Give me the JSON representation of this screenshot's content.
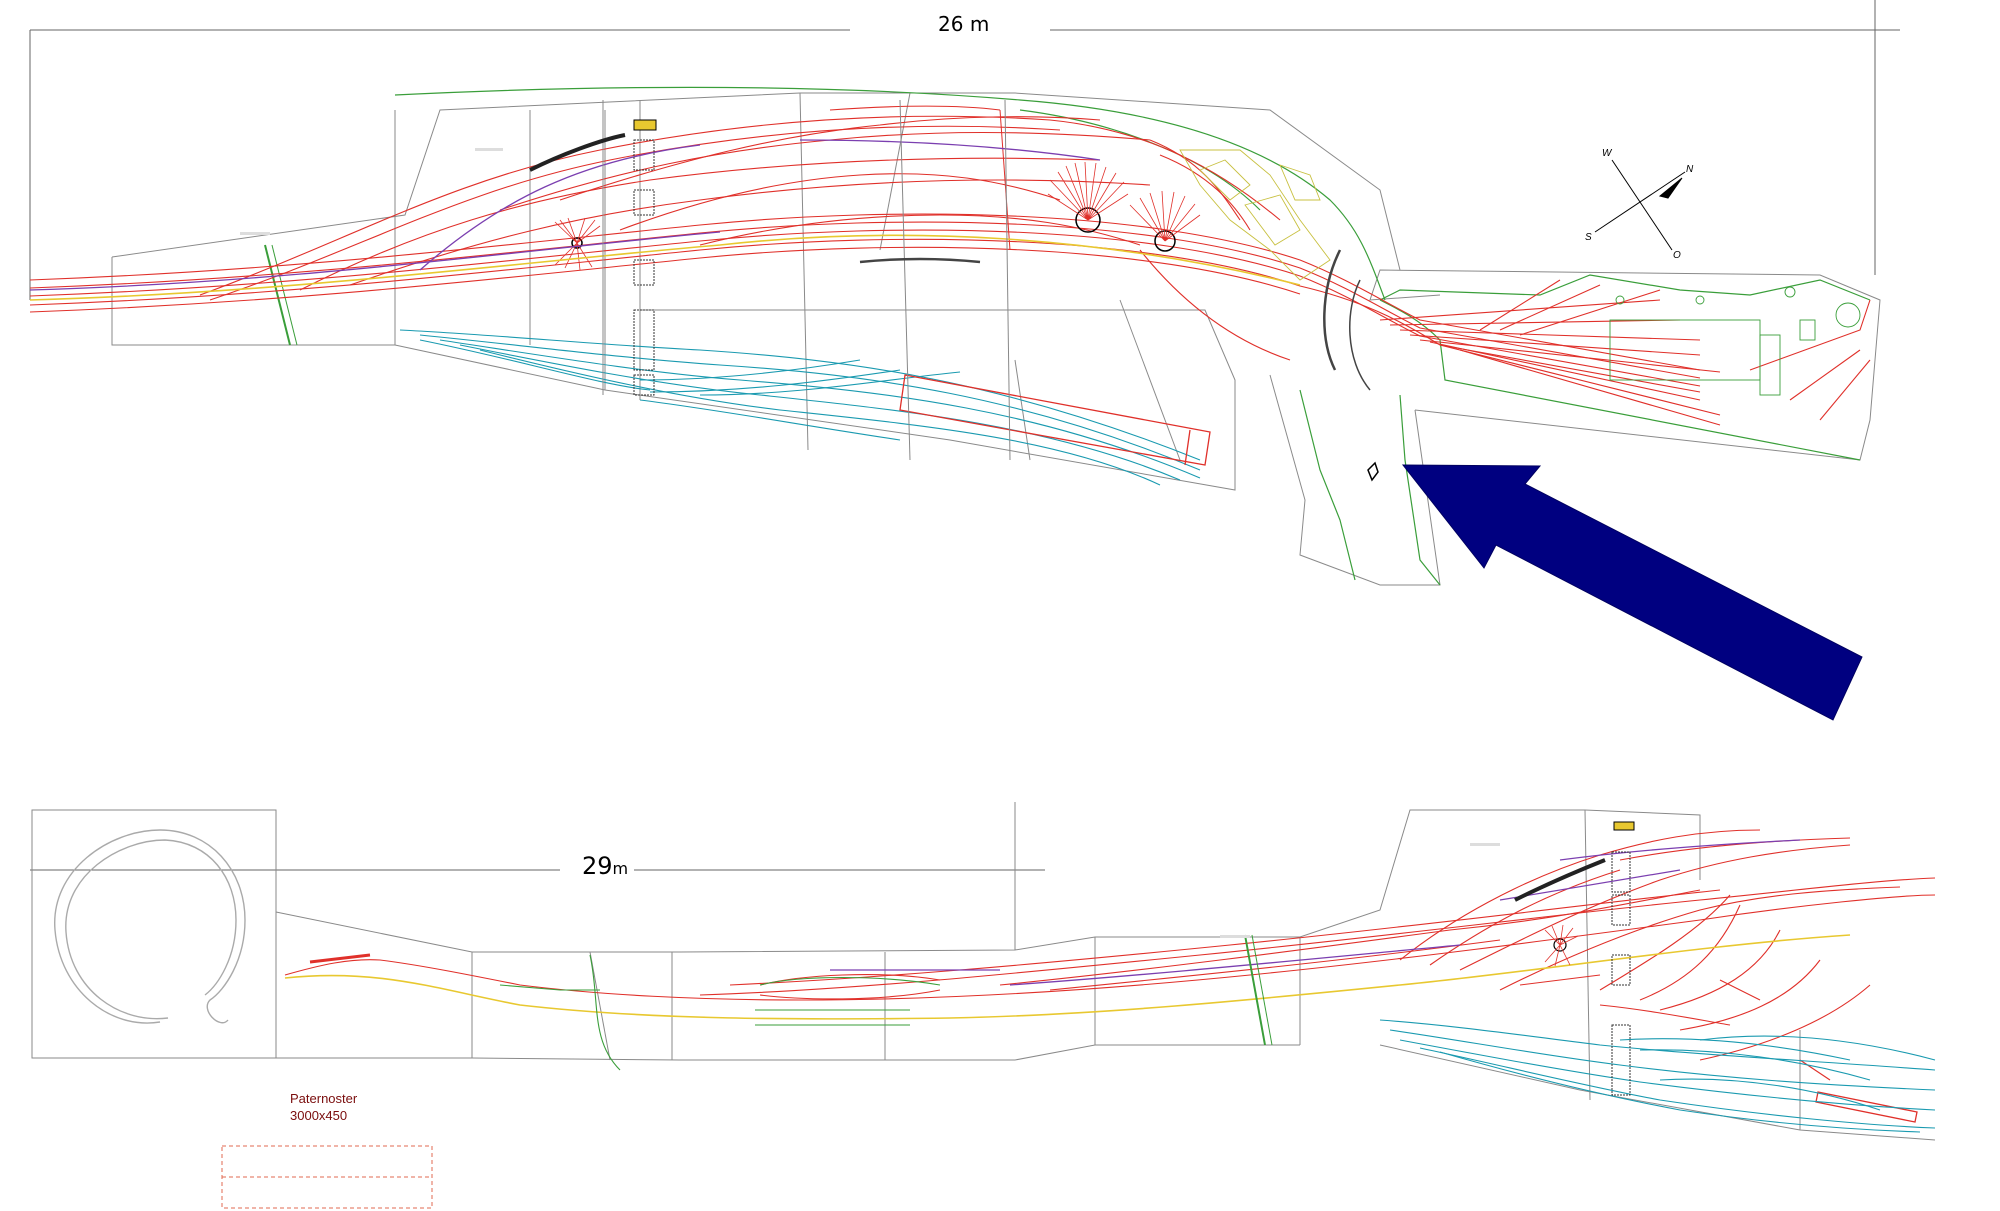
{
  "dimensions": {
    "top_length": "26",
    "top_unit": "m",
    "bottom_length": "29",
    "bottom_unit": "m"
  },
  "compass": {
    "west": "W",
    "north": "N",
    "south": "S",
    "east": "O"
  },
  "paternoster": {
    "title": "Paternoster",
    "size": "3000x450"
  },
  "colors": {
    "arrow": "#000080",
    "mainline": "#e0302a",
    "freight_yard": "#1a9ab0",
    "secondary": "#7b3fb0",
    "through_track": "#e8c830",
    "boundary": "#3a9e3a",
    "baseboard": "#777777",
    "paternoster_outline": "#e06a50"
  }
}
